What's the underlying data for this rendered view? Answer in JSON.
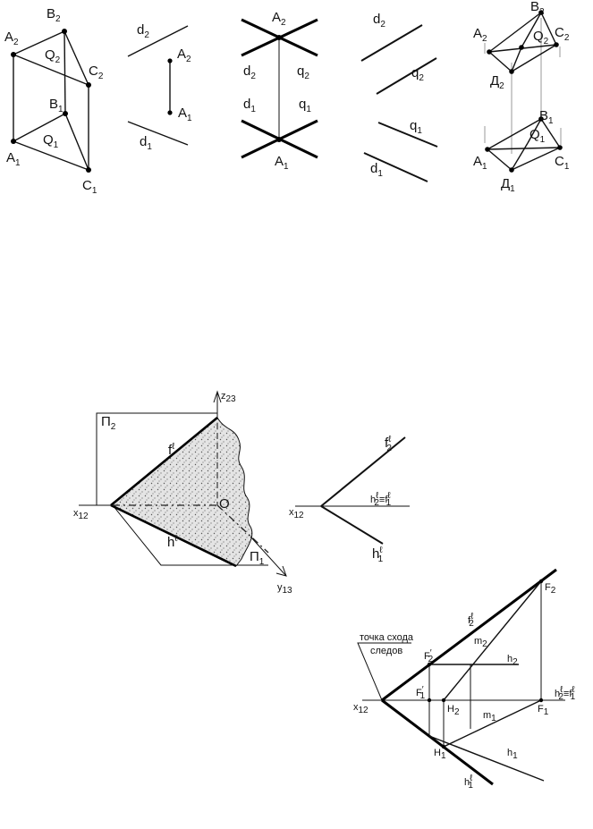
{
  "fig1": {
    "A": "A",
    "B": "B",
    "C": "C",
    "Q": "Q",
    "s2": "2",
    "s1": "1"
  },
  "fig2": {
    "d": "d",
    "A": "A",
    "s2": "2",
    "s1": "1"
  },
  "fig3": {
    "A": "A",
    "d": "d",
    "q": "q",
    "s2": "2",
    "s1": "1"
  },
  "fig4": {
    "d": "d",
    "q": "q",
    "s2": "2",
    "s1": "1"
  },
  "fig5": {
    "A": "A",
    "B": "B",
    "C": "C",
    "D": "Д",
    "Q": "Q",
    "s2": "2",
    "s1": "1"
  },
  "fig6": {
    "pi2": "П",
    "pi1": "П",
    "z": "z",
    "z_sub": "23",
    "x": "x",
    "x_sub": "12",
    "y": "y",
    "y_sub": "13",
    "f": "f",
    "h": "h",
    "sup": "ℓ",
    "o": "O",
    "s2": "2",
    "s1": "1"
  },
  "fig7": {
    "x": "x",
    "x_sub": "12",
    "f": "f",
    "h": "h",
    "sup": "ℓ",
    "eq": "≡",
    "s2": "2",
    "s1": "1"
  },
  "fig8": {
    "caption_line1": "точка схода",
    "caption_line2": "следов",
    "x": "x",
    "x_sub": "12",
    "F": "F",
    "H": "H",
    "m": "m",
    "h": "h",
    "f": "f",
    "sup": "ℓ",
    "prime": "′",
    "eq": "≡",
    "s2": "2",
    "s1": "1"
  }
}
